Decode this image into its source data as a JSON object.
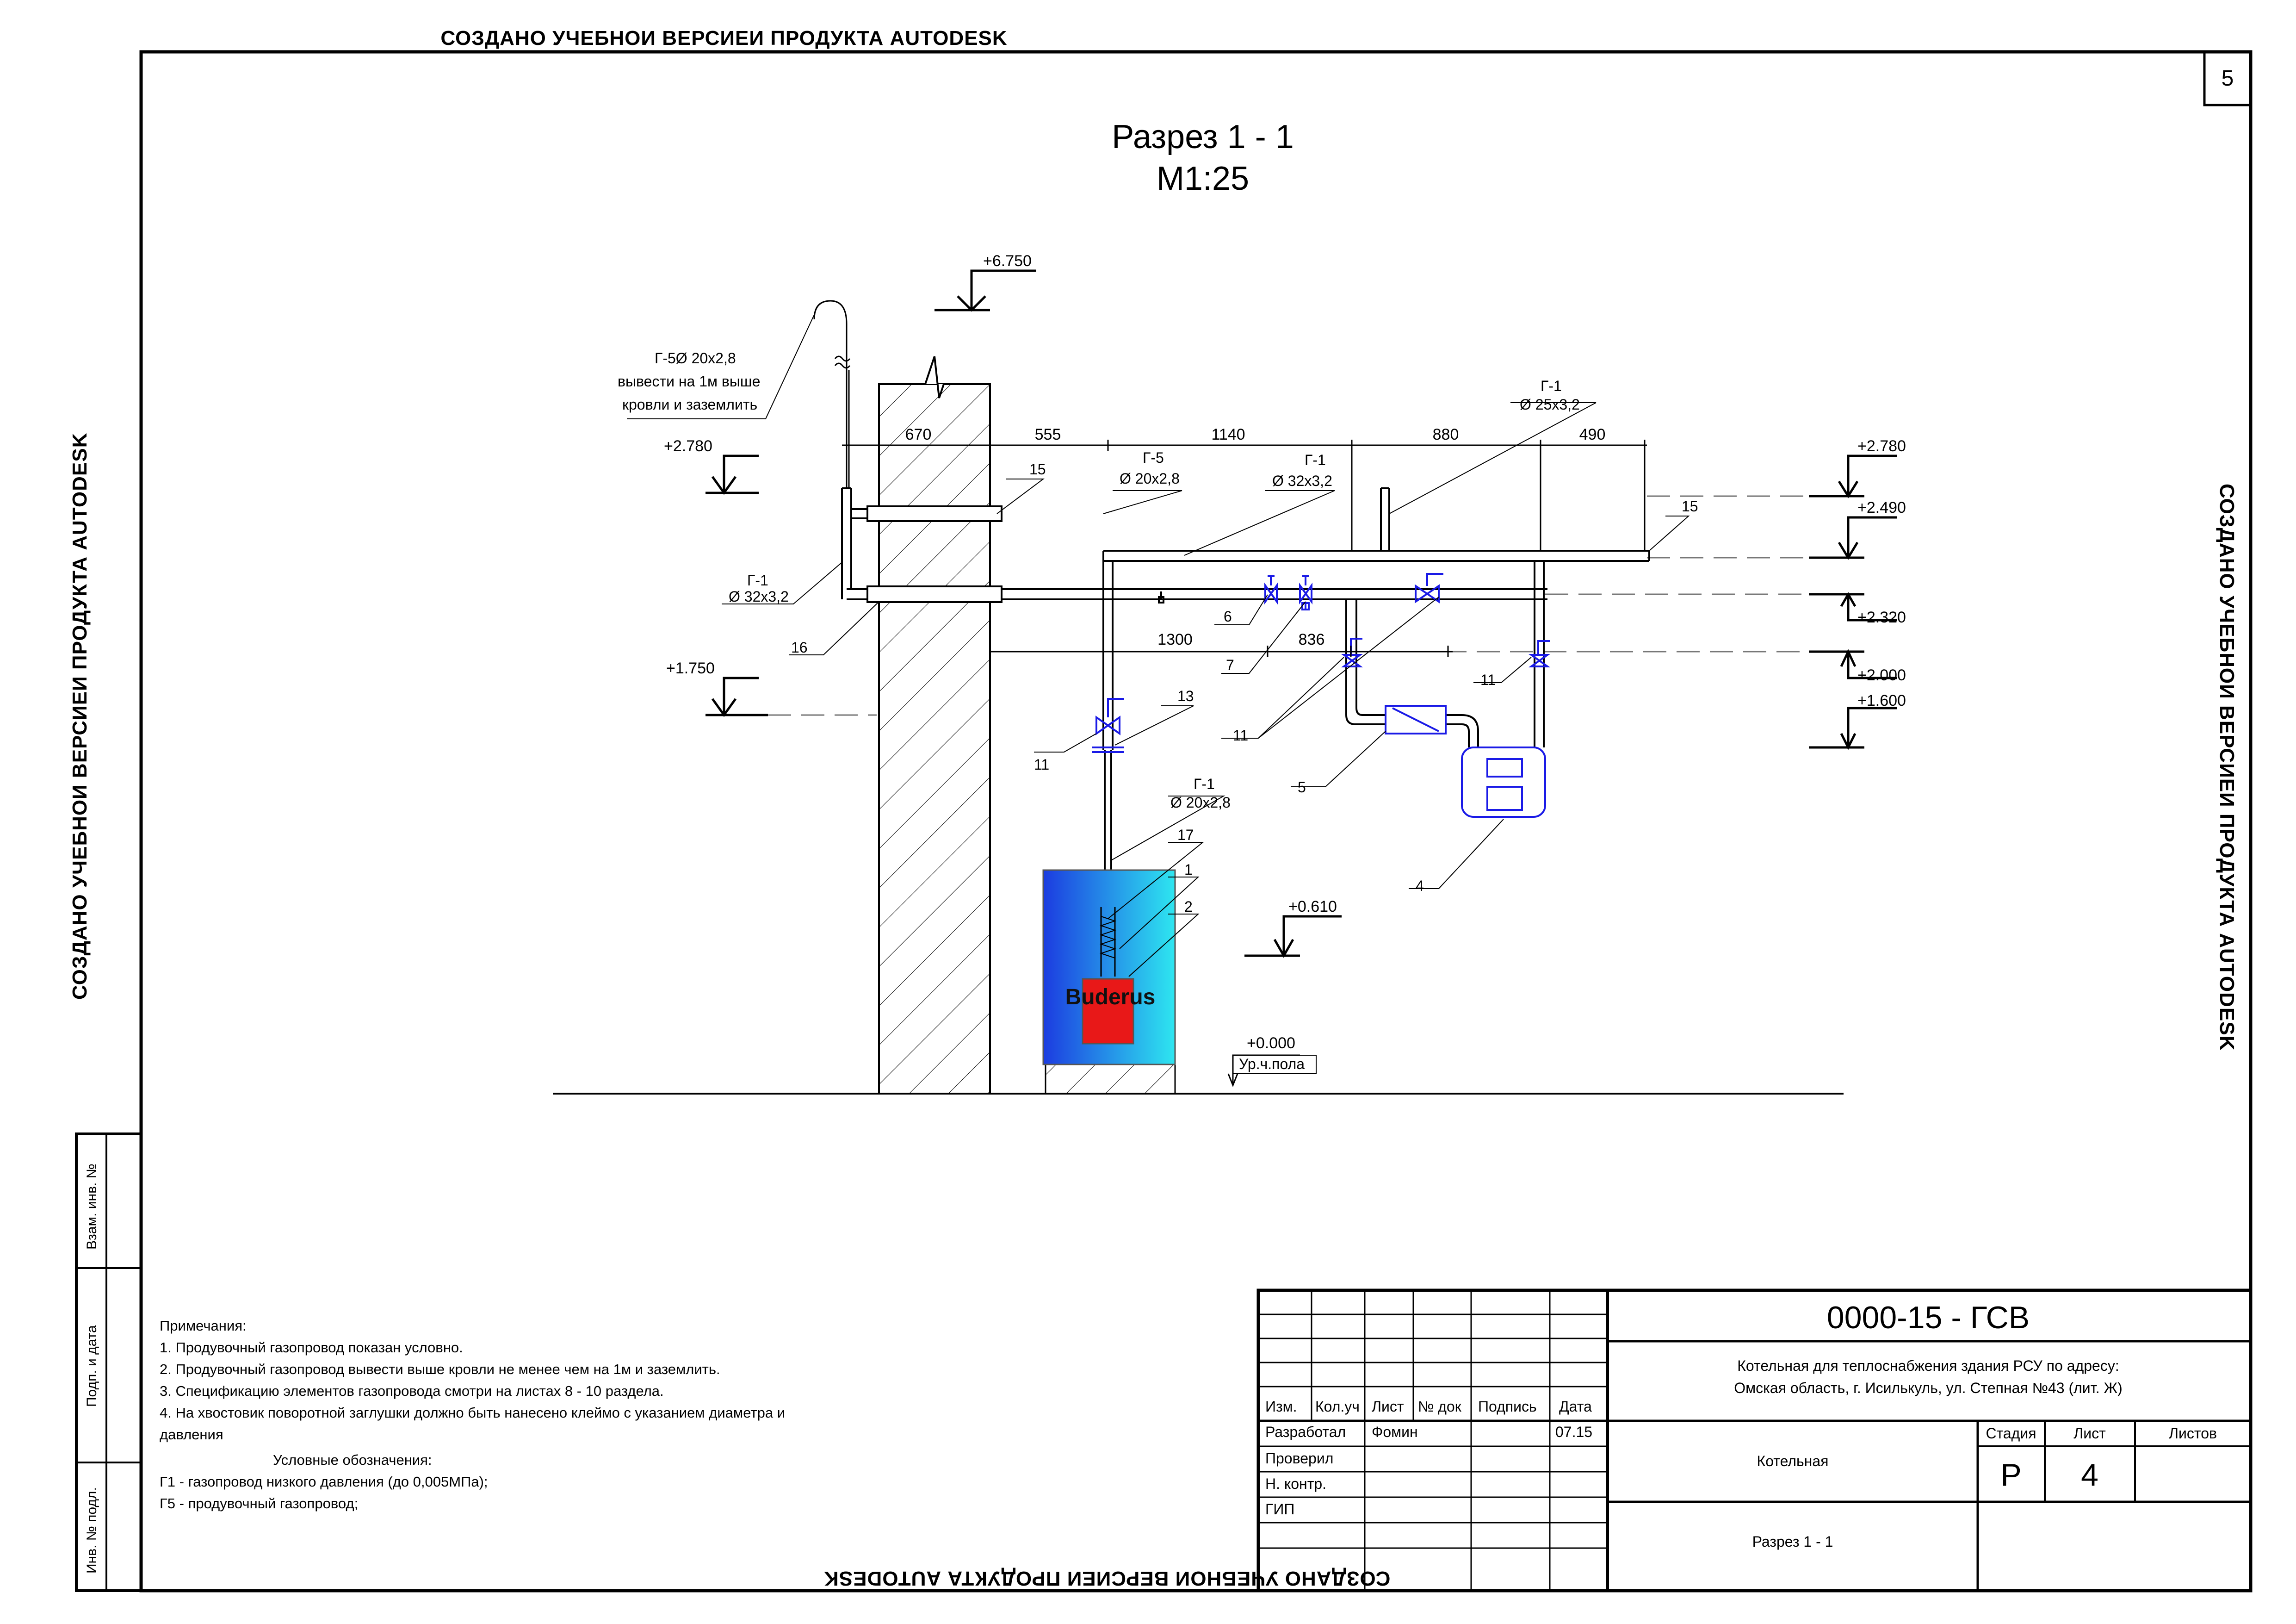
{
  "watermark": "СОЗДАНО УЧЕБНОИ ВЕРСИЕИ ПРОДУКТА AUTODESK",
  "page_number": "5",
  "title": {
    "line1": "Разрез 1 - 1",
    "line2": "М1:25"
  },
  "callouts": {
    "g5_pipe": "Г-5Ø 20х2,8",
    "g5_note1": "вывести на 1м выше",
    "g5_note2": "кровли и заземлить",
    "g1_left_name": "Г-1",
    "g1_left_dia": "Ø 32х3,2",
    "g5_mid_name": "Г-5",
    "g5_mid_dia": "Ø 20х2,8",
    "g1_mid_name": "Г-1",
    "g1_mid_dia": "Ø 32х3,2",
    "g1_top_name": "Г-1",
    "g1_top_dia": "Ø 25х3,2",
    "g1_low_name": "Г-1",
    "g1_low_dia": "Ø 20х2,8"
  },
  "dimensions": {
    "d670": "670",
    "d555": "555",
    "d1140": "1140",
    "d880": "880",
    "d490": "490",
    "d1300": "1300",
    "d836": "836"
  },
  "levels": {
    "l6750": "+6.750",
    "l2780a": "+2.780",
    "l2780b": "+2.780",
    "l2490": "+2.490",
    "l2320": "+2.320",
    "l2000": "+2.000",
    "l1600": "+1.600",
    "l1750": "+1.750",
    "l0610": "+0.610",
    "l0000": "+0.000",
    "floor_label": "Ур.ч.пола"
  },
  "positions": {
    "p15a": "15",
    "p15b": "15",
    "p16": "16",
    "p6": "6",
    "p7": "7",
    "p11a": "11",
    "p11b": "11",
    "p11c": "11",
    "p13": "13",
    "p17": "17",
    "p1": "1",
    "p2": "2",
    "p5": "5",
    "p4": "4"
  },
  "boiler_brand": "Buderus",
  "notes": {
    "heading": "Примечания:",
    "n1": "1. Продувочный газопровод  показан условно.",
    "n2": "2. Продувочный газопровод  вывести выше кровли не менее чем на 1м и заземлить.",
    "n3": "3. Спецификацию элементов газопровода смотри на листах 8 - 10 раздела.",
    "n4a": "4. На хвостовик поворотной заглушки должно быть нанесено клеймо с указанием диаметра и",
    "n4b": "давления",
    "legend_heading": "Условные обозначения:",
    "legend1": "Г1 - газопровод низкого давления (до 0,005МПа);",
    "legend2": "Г5 - продувочный газопровод;"
  },
  "side_stamp": {
    "s1": "Взам. инв. №",
    "s2": "Подп. и дата",
    "s3": "Инв. № подл."
  },
  "title_block": {
    "code": "0000-15 - ГСВ",
    "address1": "Котельная для теплоснабжения здания РСУ по адресу:",
    "address2": "Омская область, г. Исилькуль, ул. Степная №43 (лит. Ж)",
    "col_izm": "Изм.",
    "col_kol": "Кол.уч",
    "col_list": "Лист",
    "col_ndok": "№ док",
    "col_podpis": "Подпись",
    "col_data": "Дата",
    "row_razrab": "Разработал",
    "razrab_name": "Фомин",
    "razrab_date": "07.15",
    "row_proveril": "Проверил",
    "row_nkontr": "Н. контр.",
    "row_gip": "ГИП",
    "object": "Котельная",
    "sheet_title": "Разрез 1 - 1",
    "h_stadia": "Стадия",
    "h_list": "Лист",
    "h_listov": "Листов",
    "stadia": "Р",
    "list": "4"
  }
}
